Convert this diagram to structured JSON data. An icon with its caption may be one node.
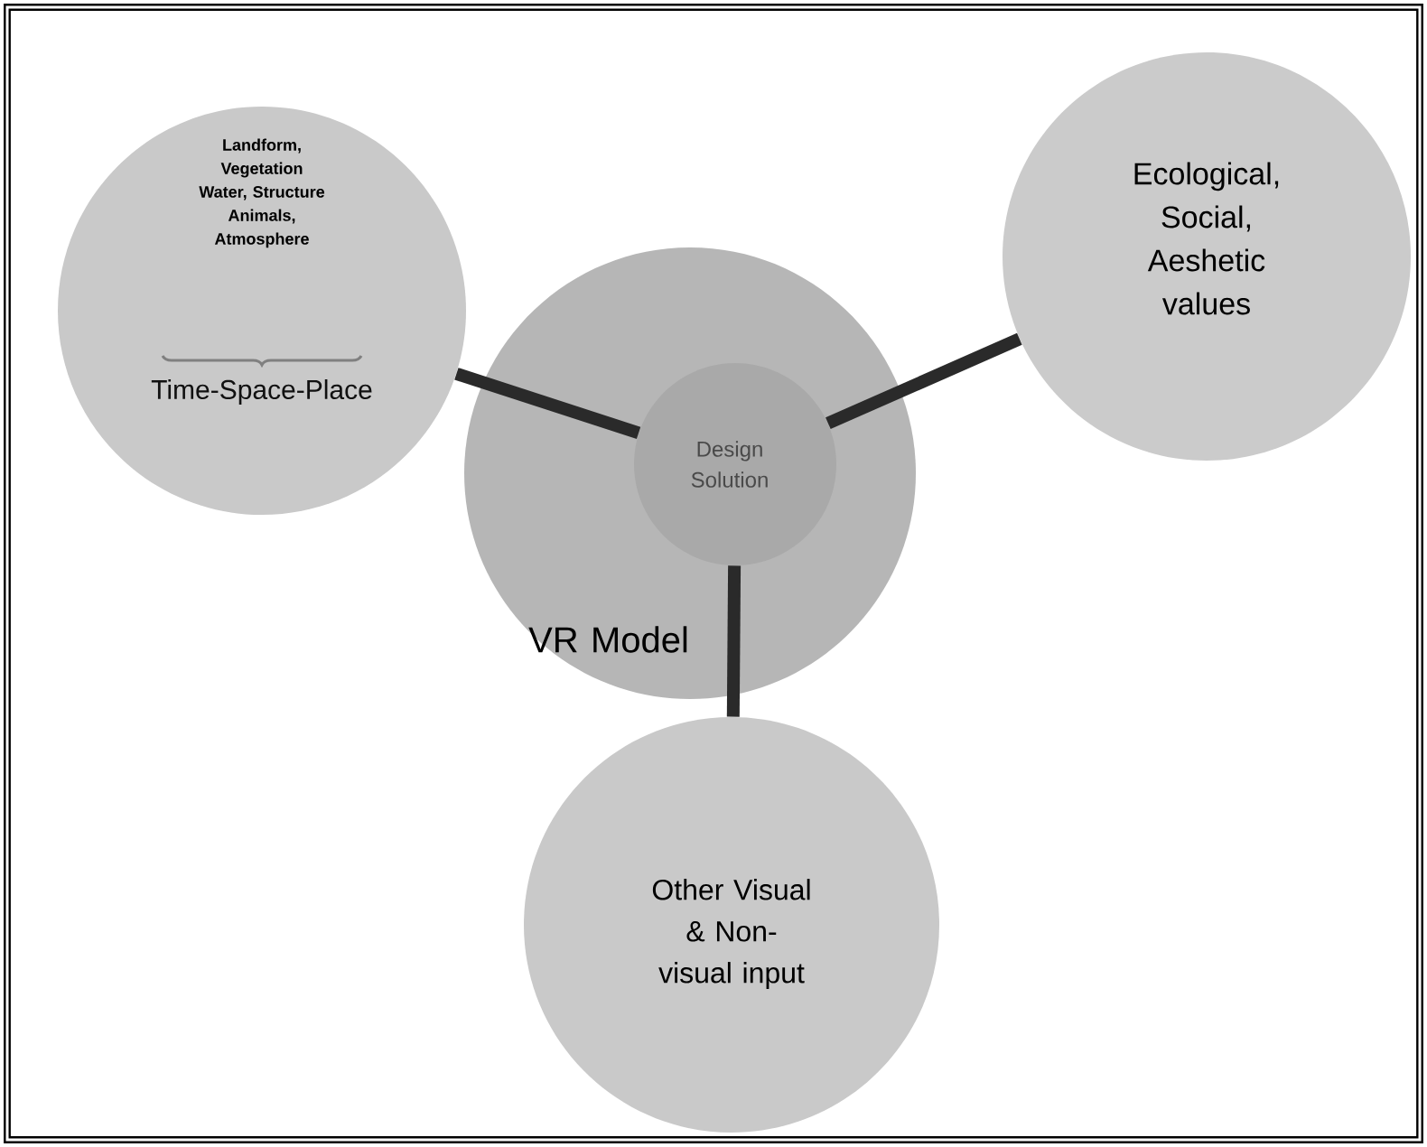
{
  "diagram": {
    "nodes": [
      {
        "text": [
          "Landform, Vegetation Water, Structure Animals, Atmosphere",
          "Time-Space-Place"
        ]
      },
      {
        "text": [
          "VR Model"
        ]
      },
      {
        "text": [
          "Design Solution"
        ],
        "in": 1
      },
      {
        "text": [
          "Ecological, Social, Aeshetic values"
        ]
      },
      {
        "text": [
          "Other Visual & Non-visual input"
        ]
      }
    ],
    "edges": [
      {
        "from": 2,
        "to": 0,
        "arrow": "none"
      },
      {
        "from": 2,
        "to": 3,
        "arrow": "none"
      },
      {
        "from": 2,
        "to": 4,
        "arrow": "none"
      }
    ]
  }
}
